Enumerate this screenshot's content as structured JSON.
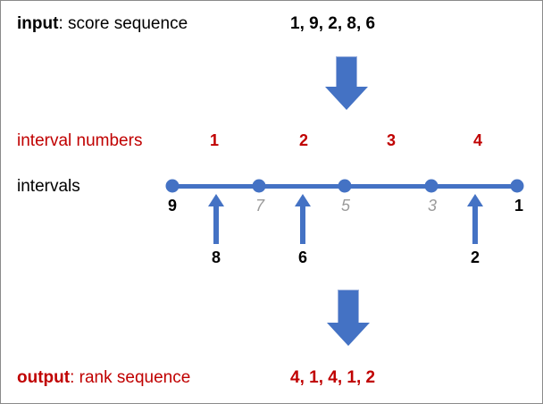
{
  "diagram": {
    "title_row": {
      "label_bold": "input",
      "label_rest": ": score sequence",
      "sequence": "1, 9, 2, 8, 6"
    },
    "output_row": {
      "label_bold": "output",
      "label_rest": ": rank sequence",
      "sequence": "4, 1, 4, 1, 2"
    },
    "interval_numbers_label": "interval numbers",
    "intervals_label": "intervals",
    "interval_numbers": [
      "1",
      "2",
      "3",
      "4"
    ],
    "nodes": [
      {
        "label": "9",
        "style": "edge"
      },
      {
        "label": "7",
        "style": "mid"
      },
      {
        "label": "5",
        "style": "mid"
      },
      {
        "label": "3",
        "style": "mid"
      },
      {
        "label": "1",
        "style": "edge"
      }
    ],
    "inserted_scores": [
      "8",
      "6",
      "2"
    ],
    "arrows": {
      "top": "down-arrow-icon",
      "bottom": "down-arrow-icon",
      "insert": "up-arrow-icon"
    },
    "colors": {
      "accent_blue": "#4472C4",
      "accent_red": "#C00000",
      "mid_gray": "#9b9b9b",
      "text_black": "#000000"
    }
  }
}
